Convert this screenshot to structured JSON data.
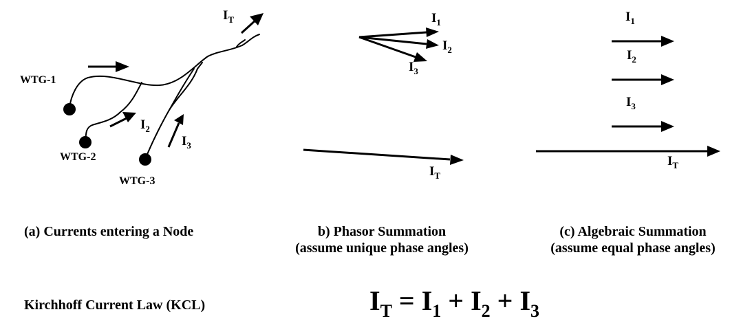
{
  "diagram": {
    "panel_a": {
      "generators": [
        "WTG-1",
        "WTG-2",
        "WTG-3"
      ],
      "currents": [
        {
          "main": "I",
          "sub": "T"
        },
        {
          "main": "I",
          "sub": "2"
        },
        {
          "main": "I",
          "sub": "3"
        }
      ],
      "caption": "(a) Currents entering a Node"
    },
    "panel_b": {
      "phasors": [
        {
          "main": "I",
          "sub": "1"
        },
        {
          "main": "I",
          "sub": "2"
        },
        {
          "main": "I",
          "sub": "3"
        },
        {
          "main": "I",
          "sub": "T"
        }
      ],
      "caption_line1": "b) Phasor Summation",
      "caption_line2": "(assume unique phase angles)"
    },
    "panel_c": {
      "vectors": [
        {
          "main": "I",
          "sub": "1"
        },
        {
          "main": "I",
          "sub": "2"
        },
        {
          "main": "I",
          "sub": "3"
        },
        {
          "main": "I",
          "sub": "T"
        }
      ],
      "caption_line1": "(c) Algebraic Summation",
      "caption_line2": "(assume equal phase angles)"
    },
    "kcl": {
      "label": "Kirchhoff Current Law (KCL)",
      "lhs": {
        "main": "I",
        "sub": "T"
      },
      "equals": "=",
      "plus": "+",
      "terms": [
        {
          "main": "I",
          "sub": "1"
        },
        {
          "main": "I",
          "sub": "2"
        },
        {
          "main": "I",
          "sub": "3"
        }
      ]
    },
    "colors": {
      "ink": "#000000",
      "background": "#ffffff"
    }
  }
}
